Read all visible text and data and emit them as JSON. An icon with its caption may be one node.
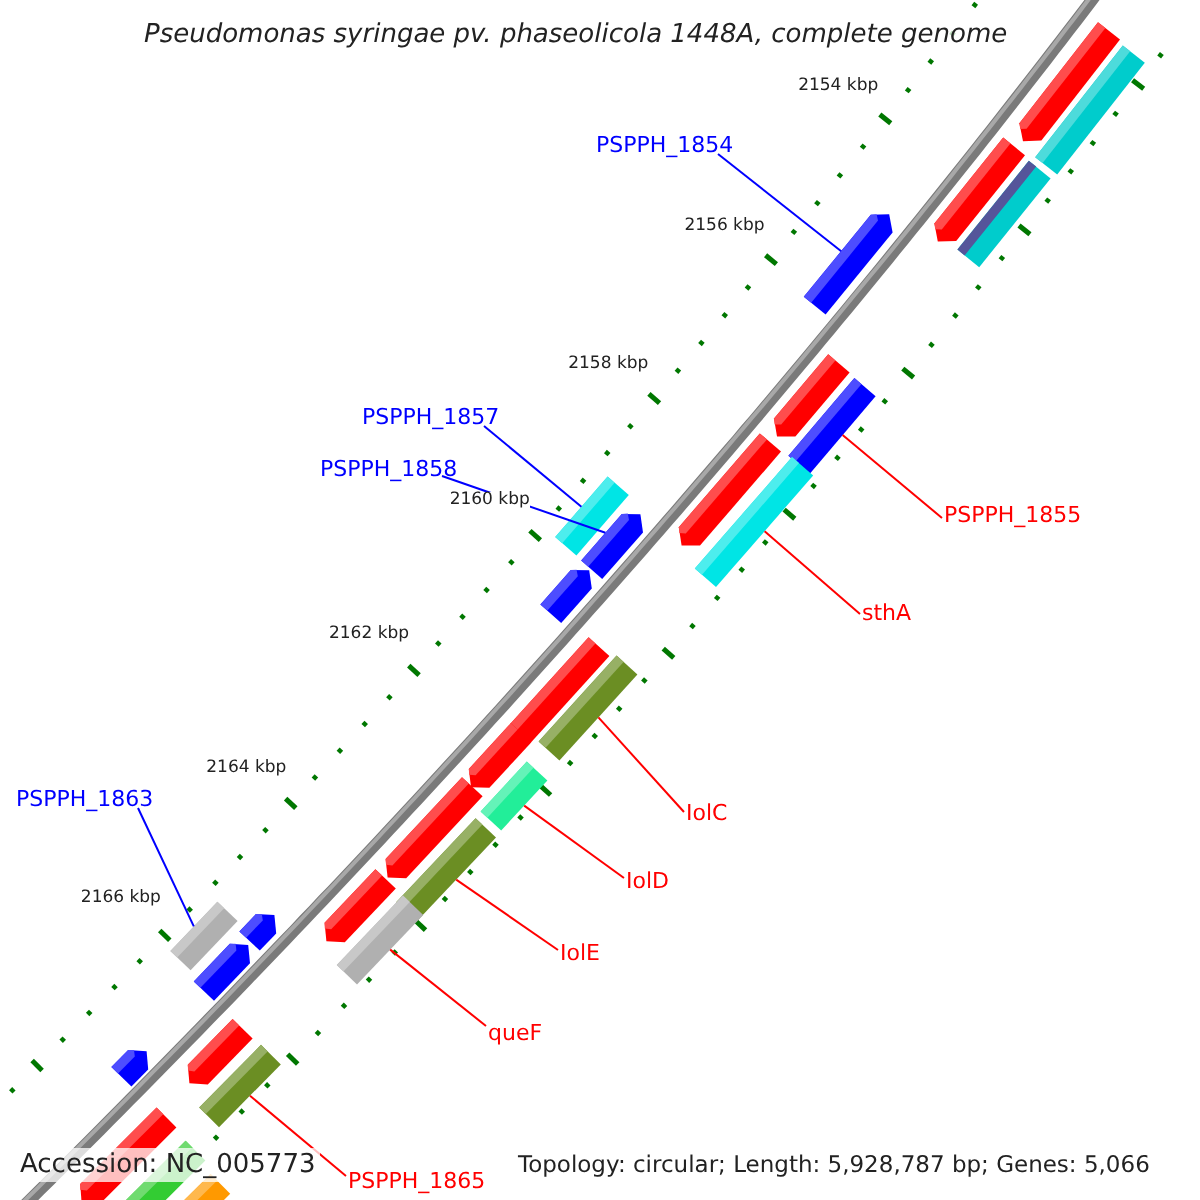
{
  "diagram": {
    "title": "Pseudomonas syringae pv. phaseolicola 1448A, complete genome",
    "nodes": [
      {
        "text": [
          "PSPPH_1854"
        ]
      },
      {
        "text": [],
        "shape": "arrow"
      },
      {
        "text": [
          "PSPPH_1857"
        ]
      },
      {
        "text": [],
        "shape": "bar"
      },
      {
        "text": [
          "PSPPH_1858"
        ]
      },
      {
        "text": [],
        "shape": "arrow"
      },
      {
        "text": [
          "PSPPH_1855"
        ]
      },
      {
        "text": [],
        "shape": "bar"
      },
      {
        "text": [
          "sthA"
        ]
      },
      {
        "text": [],
        "shape": "bar"
      },
      {
        "text": [
          "PSPPH_1863"
        ]
      },
      {
        "text": [],
        "shape": "bar"
      },
      {
        "text": [
          "IolC"
        ]
      },
      {
        "text": [],
        "shape": "bar"
      },
      {
        "text": [
          "IolD"
        ]
      },
      {
        "text": [],
        "shape": "bar"
      },
      {
        "text": [
          "IolE"
        ]
      },
      {
        "text": [],
        "shape": "bar"
      },
      {
        "text": [
          "queF"
        ]
      },
      {
        "text": [],
        "shape": "bar"
      },
      {
        "text": [
          "PSPPH_1865"
        ]
      },
      {
        "text": [],
        "shape": "bar"
      }
    ],
    "edges": [
      {
        "from": 0,
        "to": 1,
        "arrow": "none",
        "color": "#0000ff"
      },
      {
        "from": 2,
        "to": 3,
        "arrow": "none",
        "color": "#0000ff"
      },
      {
        "from": 4,
        "to": 5,
        "arrow": "none",
        "color": "#0000ff"
      },
      {
        "from": 6,
        "to": 7,
        "arrow": "none"
      },
      {
        "from": 8,
        "to": 9,
        "arrow": "none"
      },
      {
        "from": 10,
        "to": 11,
        "arrow": "none",
        "color": "#0000ff"
      },
      {
        "from": 12,
        "to": 13,
        "arrow": "none"
      },
      {
        "from": 14,
        "to": 15,
        "arrow": "none"
      },
      {
        "from": 16,
        "to": 17,
        "arrow": "none"
      },
      {
        "from": 18,
        "to": 19,
        "arrow": "none"
      },
      {
        "from": 20,
        "to": 21,
        "arrow": "none"
      }
    ],
    "labels": [
      "2154 kbp",
      "2156 kbp",
      "2158 kbp",
      "2160 kbp",
      "2162 kbp",
      "2164 kbp",
      "2166 kbp",
      "Accession: NC_005773",
      "Topology: circular; Length: 5,928,787 bp; Genes: 5,066"
    ]
  }
}
